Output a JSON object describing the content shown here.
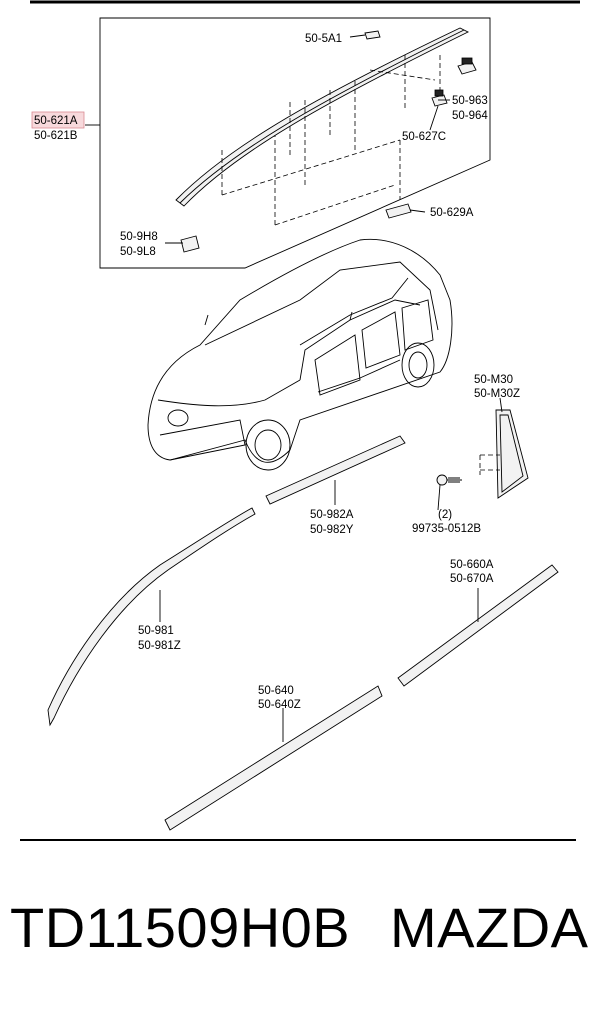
{
  "callouts": {
    "p50_621A": "50-621A",
    "p50_621B": "50-621B",
    "p50_5A1": "50-5A1",
    "p50_963": "50-963",
    "p50_964": "50-964",
    "p50_627C": "50-627C",
    "p50_629A": "50-629A",
    "p50_9H8": "50-9H8",
    "p50_9L8": "50-9L8",
    "p50_M30": "50-M30",
    "p50_M30Z": "50-M30Z",
    "qty_2": "(2)",
    "p99735_0512B": "99735-0512B",
    "p50_982A": "50-982A",
    "p50_982Y": "50-982Y",
    "p50_981": "50-981",
    "p50_981Z": "50-981Z",
    "p50_660A": "50-660A",
    "p50_670A": "50-670A",
    "p50_640": "50-640",
    "p50_640Z": "50-640Z"
  },
  "highlighted_callout": "50-621A",
  "footer": {
    "part_number": "TD11509H0B",
    "brand": "MAZDA"
  }
}
